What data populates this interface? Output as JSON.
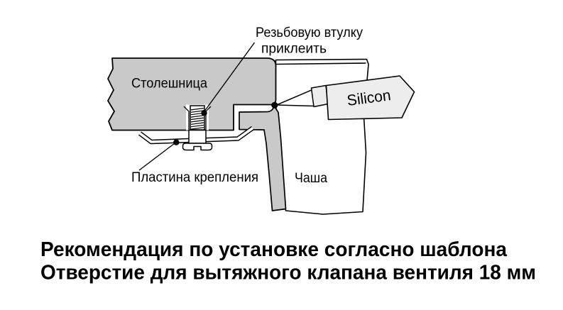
{
  "diagram": {
    "labels": {
      "countertop": "Столешница",
      "sleeve_line1": "Резьбовую втулку",
      "sleeve_line2": "приклеить",
      "plate": "Пластина крепления",
      "bowl": "Чаша",
      "silicon": "Silicon"
    },
    "colors": {
      "material_gray": "#c9c9c9",
      "tube_gray": "#ededed",
      "line_black": "#000000",
      "background": "#ffffff"
    }
  },
  "caption": {
    "line1": "Рекомендация по установке согласно шаблона",
    "line2": "Отверстие для вытяжного клапана вентиля 18 мм"
  }
}
